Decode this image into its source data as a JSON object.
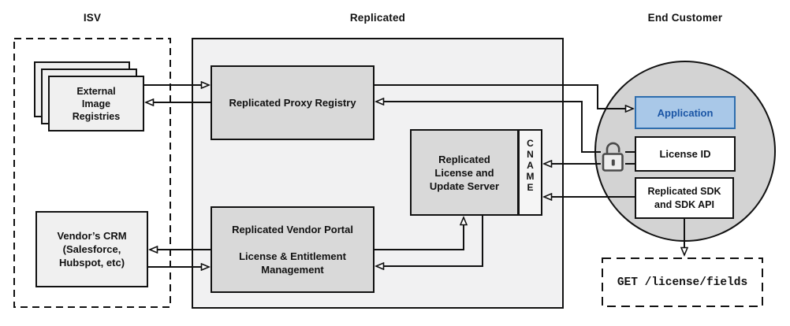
{
  "sections": {
    "isv": {
      "title": "ISV"
    },
    "replicated": {
      "title": "Replicated"
    },
    "end_customer": {
      "title": "End Customer"
    }
  },
  "nodes": {
    "external_registries": {
      "label": "External\nImage\nRegistries"
    },
    "proxy_registry": {
      "label": "Replicated Proxy Registry"
    },
    "vendor_portal": {
      "label": "Replicated Vendor Portal\n\nLicense & Entitlement\nManagement"
    },
    "license_server": {
      "label": "Replicated\nLicense and\nUpdate Server"
    },
    "cname": {
      "label": "C\nN\nA\nM\nE"
    },
    "crm": {
      "label": "Vendor’s CRM\n(Salesforce,\nHubspot, etc)"
    },
    "application": {
      "label": "Application"
    },
    "license_id": {
      "label": "License ID"
    },
    "sdk": {
      "label": "Replicated SDK\nand SDK API"
    },
    "get_endpoint": {
      "label": "GET /license/fields"
    }
  },
  "icons": {
    "unlock": "open-padlock-icon"
  },
  "colors": {
    "line": "#111111",
    "container_fill": "#f1f1f2",
    "inner_box_fill": "#d9d9d9",
    "light_box_fill": "#f0f0f0",
    "cname_fill": "#f5f5f5",
    "circle_fill": "#d3d3d3",
    "app_fill": "#a9c8e8",
    "app_border": "#2e6dad",
    "app_text": "#1a55a5"
  },
  "connections": [
    {
      "from": "external_registries",
      "to": "proxy_registry"
    },
    {
      "from": "proxy_registry",
      "to": "external_registries"
    },
    {
      "from": "proxy_registry",
      "to": "application"
    },
    {
      "from": "license_id",
      "to": "proxy_registry"
    },
    {
      "from": "license_id",
      "to": "cname"
    },
    {
      "from": "sdk",
      "to": "cname"
    },
    {
      "from": "vendor_portal",
      "to": "license_server"
    },
    {
      "from": "license_server",
      "to": "vendor_portal"
    },
    {
      "from": "vendor_portal",
      "to": "crm"
    },
    {
      "from": "crm",
      "to": "vendor_portal"
    },
    {
      "from": "sdk",
      "to": "get_endpoint"
    }
  ]
}
